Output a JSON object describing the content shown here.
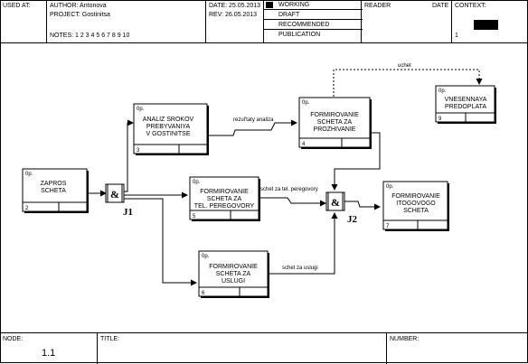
{
  "header": {
    "used_at_label": "USED AT:",
    "author": "AUTHOR:  Antonova",
    "project": "PROJECT:  Gostinitsa",
    "date": "DATE:  25.05.2013",
    "rev": "REV:   26.05.2013",
    "notes": "NOTES:  1  2  3  4  5  6  7  8  9  10",
    "status": [
      {
        "label": "WORKING",
        "active": true
      },
      {
        "label": "DRAFT",
        "active": false
      },
      {
        "label": "RECOMMENDED",
        "active": false
      },
      {
        "label": "PUBLICATION",
        "active": false
      }
    ],
    "reader_label": "READER",
    "date_label": "DATE",
    "context_label": "CONTEXT:",
    "context_page": "1"
  },
  "diagram": {
    "boxes": [
      {
        "id": "2",
        "lines": [
          "ZAPROS",
          "SCHETA"
        ]
      },
      {
        "id": "3",
        "lines": [
          "ANALIZ SROKOV",
          "PREBYVANIYA",
          "V GOSTINITSE"
        ]
      },
      {
        "id": "4",
        "lines": [
          "FORMIROVANIE",
          "SCHETA ZA",
          "PROZHIVANIE"
        ]
      },
      {
        "id": "5",
        "lines": [
          "FORMIROVANIE",
          "SCHETA ZA",
          "TEL. PEREGOVORY"
        ]
      },
      {
        "id": "6",
        "lines": [
          "FORMIROVANIE",
          "SCHETA ZA",
          "USLUGI"
        ]
      },
      {
        "id": "7",
        "lines": [
          "FORMIROVANIE",
          "ITOGOVOGO",
          "SCHETA"
        ]
      },
      {
        "id": "9",
        "lines": [
          "VNESENNAYA",
          "PREDOPLATA"
        ]
      }
    ],
    "box_cost": "0p.",
    "arrow_labels": {
      "a34": "rezul'taty analiza",
      "a4to9": "uchet",
      "a5": "schet za tel. peregovory",
      "a6": "schet za uslugi"
    },
    "junctions": [
      {
        "name": "J1",
        "symbol": "&"
      },
      {
        "name": "J2",
        "symbol": "&"
      }
    ]
  },
  "footer": {
    "node_label": "NODE:",
    "node_value": "1.1",
    "title_label": "TITLE:",
    "number_label": "NUMBER:"
  }
}
